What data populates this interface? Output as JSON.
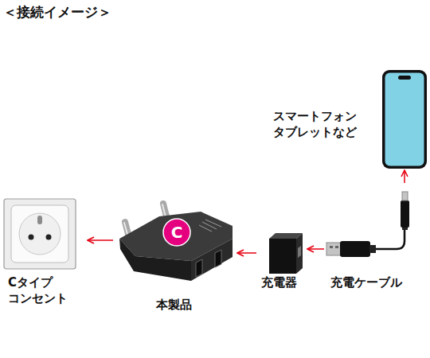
{
  "diagram": {
    "title": "＜接続イメージ＞",
    "nodes": [
      {
        "text": [
          "スマートフォン タブレットなど"
        ]
      },
      {
        "text": [
          "充電ケーブル"
        ]
      },
      {
        "text": [
          "充電器"
        ]
      },
      {
        "text": [
          "本製品"
        ]
      },
      {
        "text": [
          "Cタイプ コンセント"
        ]
      }
    ],
    "edges": [
      {
        "from": 1,
        "to": 0,
        "arrow": "to"
      },
      {
        "from": 1,
        "to": 2,
        "arrow": "to"
      },
      {
        "from": 2,
        "to": 3,
        "arrow": "to"
      },
      {
        "from": 3,
        "to": 4,
        "arrow": "to"
      }
    ],
    "labels": [
      "C"
    ]
  }
}
